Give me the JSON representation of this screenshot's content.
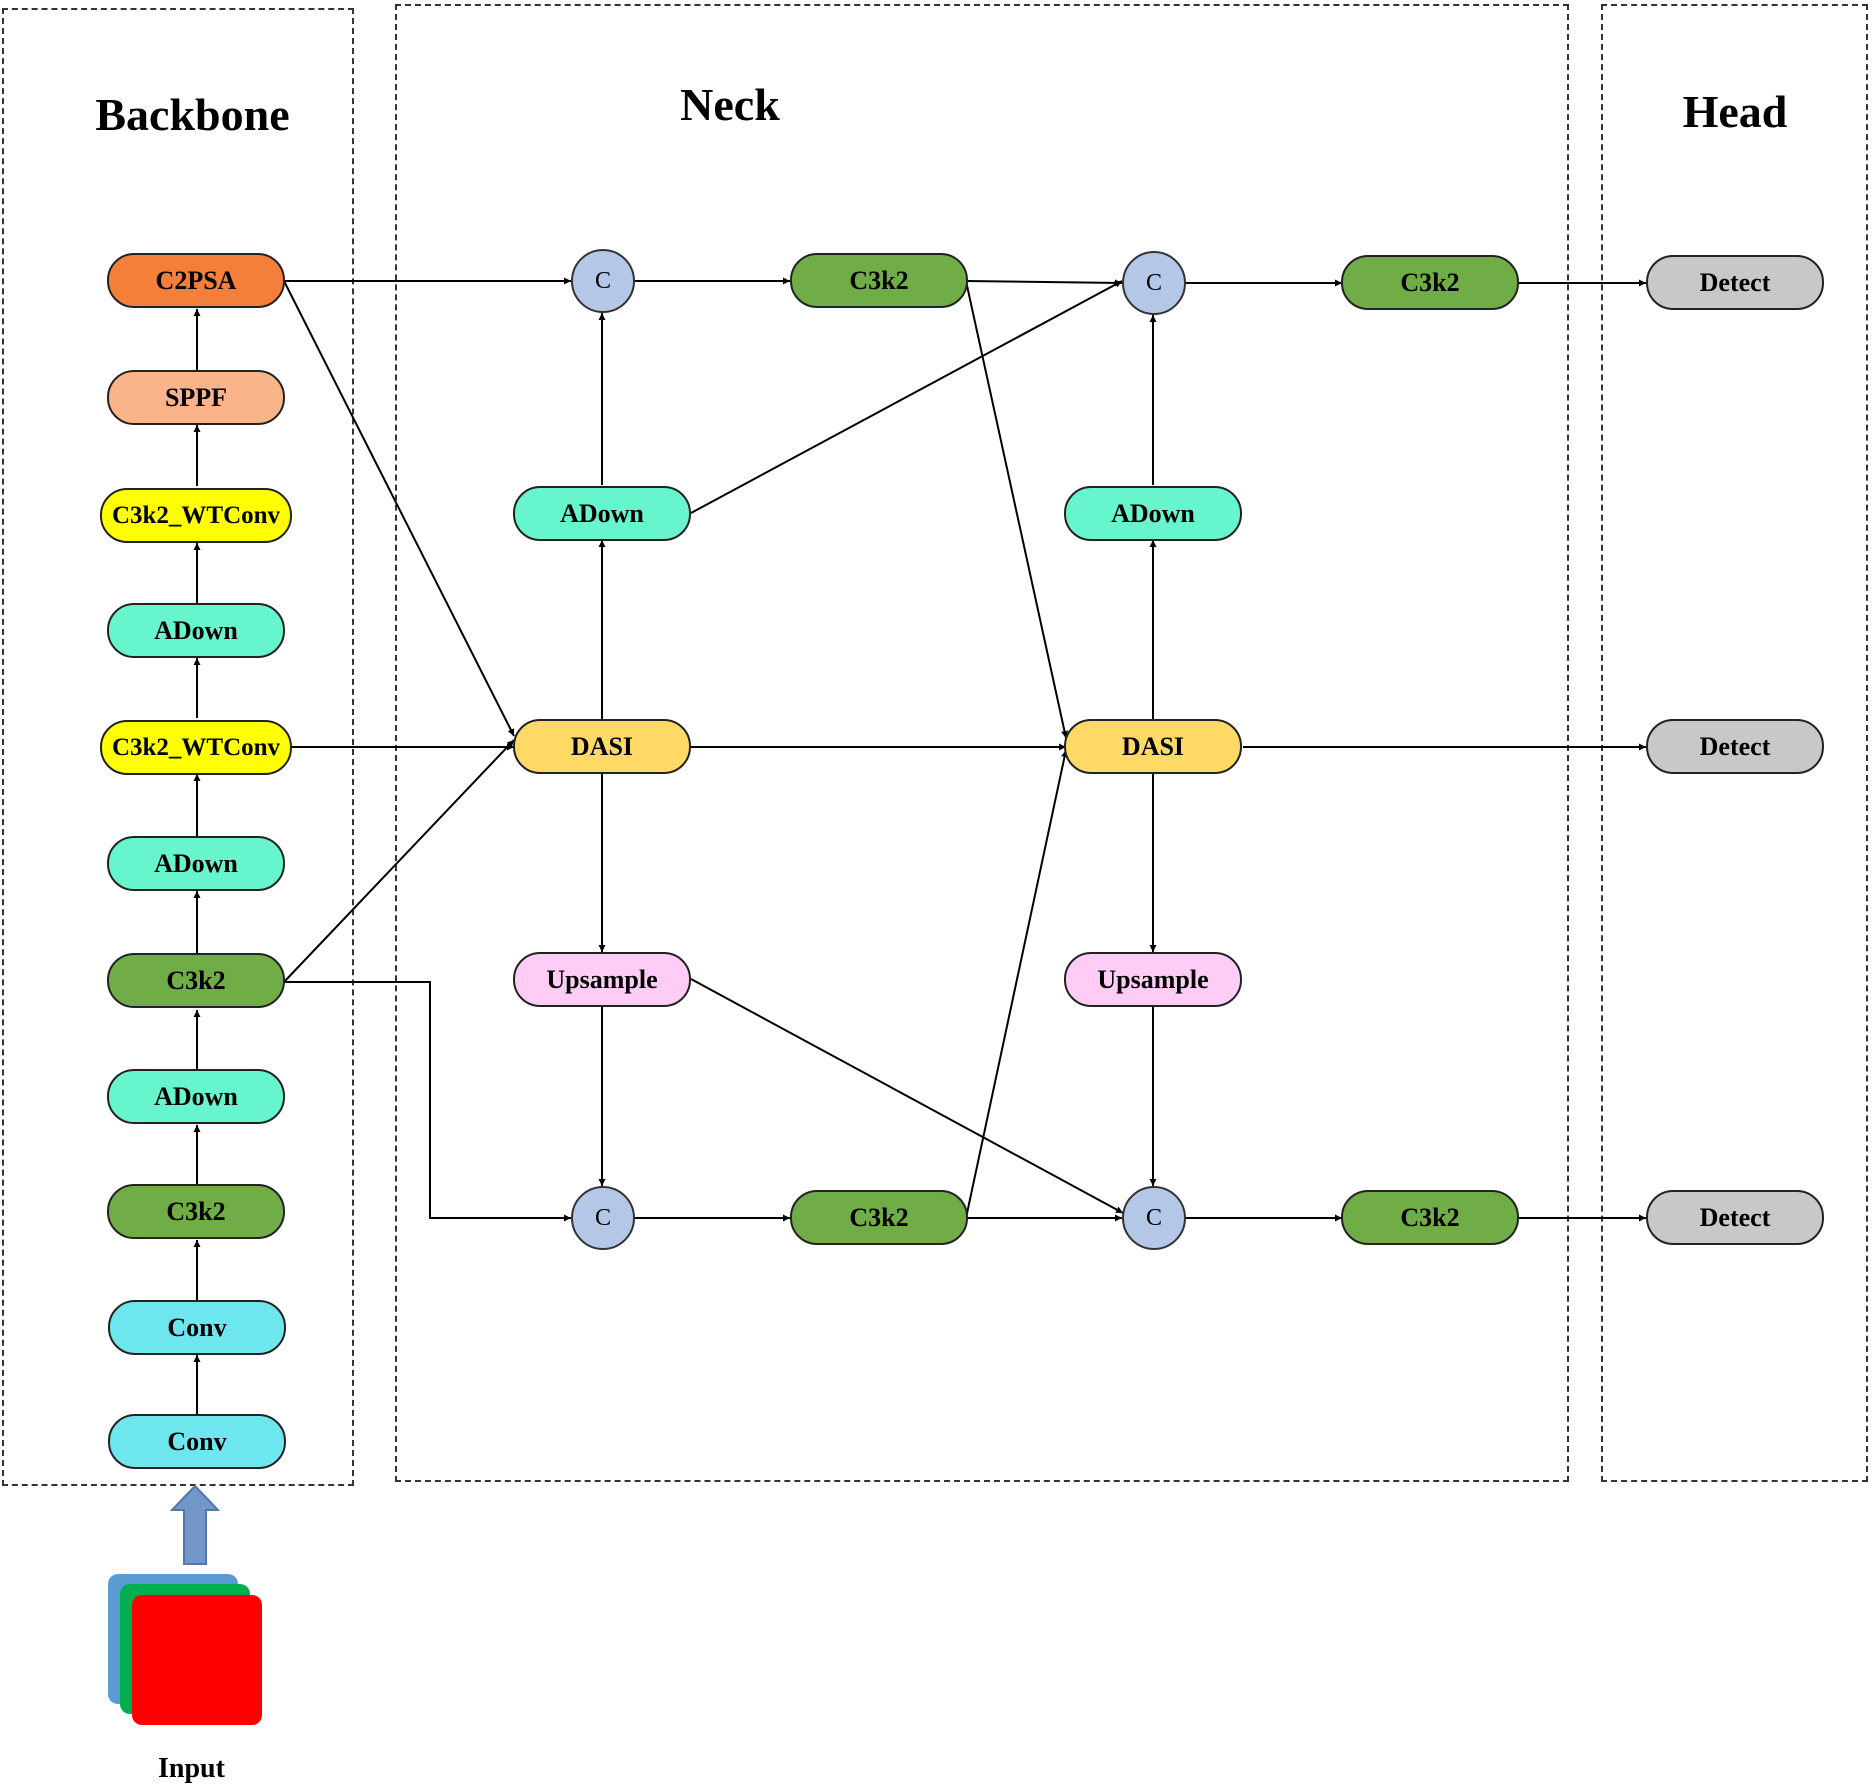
{
  "sections": {
    "backbone": "Backbone",
    "neck": "Neck",
    "head": "Head"
  },
  "backbone": {
    "c2psa": "C2PSA",
    "sppf": "SPPF",
    "c3k2_wtconv_top": "C3k2_WTConv",
    "adown_3": "ADown",
    "c3k2_wtconv_mid": "C3k2_WTConv",
    "adown_2": "ADown",
    "c3k2_2": "C3k2",
    "adown_1": "ADown",
    "c3k2_1": "C3k2",
    "conv_2": "Conv",
    "conv_1": "Conv"
  },
  "neck": {
    "concat_label": "C",
    "c3k2_top_left": "C3k2",
    "c3k2_top_right": "C3k2",
    "adown_left": "ADown",
    "adown_right": "ADown",
    "dasi_left": "DASI",
    "dasi_right": "DASI",
    "upsample_left": "Upsample",
    "upsample_right": "Upsample",
    "c3k2_bottom_left": "C3k2",
    "c3k2_bottom_right": "C3k2"
  },
  "head": {
    "detect_top": "Detect",
    "detect_mid": "Detect",
    "detect_bottom": "Detect"
  },
  "input_label": "Input",
  "colors": {
    "c2psa": "#f47f3b",
    "sppf": "#f9b48a",
    "wtconv": "#ffff00",
    "adown": "#66f5cc",
    "c3k2": "#70ad47",
    "conv": "#6ee6ee",
    "dasi": "#ffd966",
    "upsample": "#ffccf5",
    "concat": "#b4c7e7",
    "detect": "#c8c8c8",
    "input_arrow": "#7397c9",
    "input_blue": "#5b9bd5",
    "input_green": "#00b050",
    "input_red": "#ff0000"
  }
}
